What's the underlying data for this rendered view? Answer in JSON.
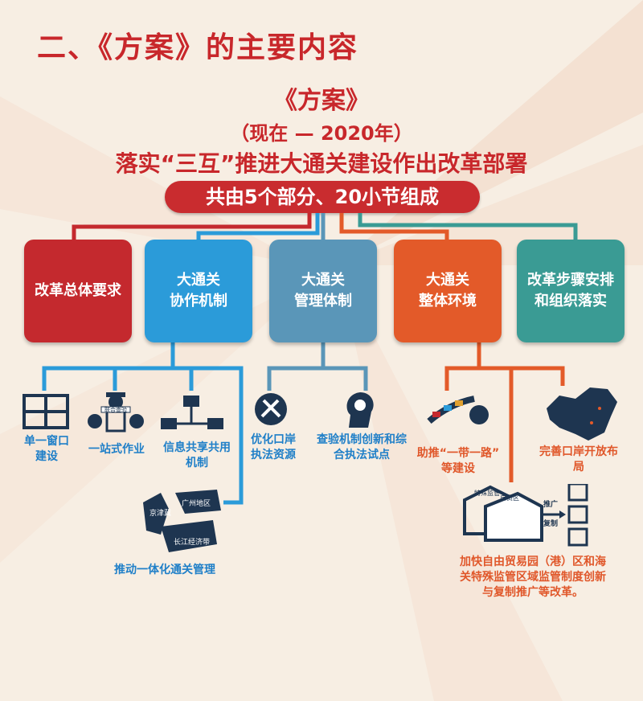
{
  "heading": "二、《方案》的主要内容",
  "title": {
    "line1": "《方案》",
    "line2": "（现在  —  2020年）",
    "line3": "落实“三互”推进大通关建设作出改革部署"
  },
  "summary": "共由5个部分、20小节组成",
  "parts": [
    {
      "label": "改革总体要求"
    },
    {
      "label": "大通关\n协作机制"
    },
    {
      "label": "大通关\n管理体制"
    },
    {
      "label": "大通关\n整体环境"
    },
    {
      "label": "改革步骤安排\n和组织落实"
    }
  ],
  "cooperation_items": [
    {
      "label": "单一窗口\n建设",
      "icon": "window-icon"
    },
    {
      "label": "一站式作业",
      "icon": "officers-icon",
      "tag": "联合查验"
    },
    {
      "label": "信息共享共用\n机制",
      "icon": "network-icon"
    },
    {
      "label": "推动一体化通关管理",
      "icon": "regions-map-icon",
      "regions": [
        "京津冀",
        "广州地区",
        "长江经济带"
      ]
    }
  ],
  "management_items": [
    {
      "label": "优化口岸\n执法资源",
      "icon": "tools-icon"
    },
    {
      "label": "查验机制创新和综\n合执法试点",
      "icon": "idea-head-icon"
    }
  ],
  "environment_items": [
    {
      "label": "助推“一带一路”\n等建设",
      "icon": "belt-road-icon"
    },
    {
      "label": "完善口岸开放布\n局",
      "icon": "china-map-icon"
    },
    {
      "label": "加快自由贸易园（港）区和海\n关特殊监管区域监管制度创新\n与复制推广等改革。",
      "icon": "warehouse-icon",
      "tags": [
        "特殊监管",
        "自贸区",
        "推广",
        "复制"
      ]
    }
  ],
  "colors": {
    "red": "#c4292e",
    "blue": "#2b9bd9",
    "steel": "#5a96b8",
    "orange": "#e35a29",
    "teal": "#3a9b94"
  }
}
